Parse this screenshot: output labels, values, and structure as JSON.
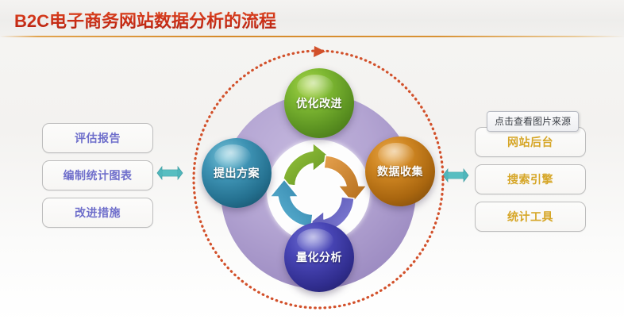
{
  "header": {
    "title": "B2C电子商务网站数据分析的流程",
    "rule_color": "#d68a2a",
    "title_color": "#cf3218"
  },
  "tooltip": {
    "text": "点击查看图片来源"
  },
  "left_panel": {
    "name": "outputs",
    "text_color": "#6f6fcb",
    "items": [
      {
        "label": "评估报告"
      },
      {
        "label": "编制统计图表"
      },
      {
        "label": "改进措施"
      }
    ]
  },
  "right_panel": {
    "name": "data-sources",
    "text_color": "#d6a627",
    "items": [
      {
        "label": "网站后台"
      },
      {
        "label": "搜索引擎"
      },
      {
        "label": "统计工具"
      }
    ]
  },
  "connectors": [
    {
      "name": "left-double-arrow",
      "icon": "double-arrow-icon",
      "color": "#49b3b8"
    },
    {
      "name": "right-double-arrow",
      "icon": "double-arrow-icon",
      "color": "#49b3b8"
    }
  ],
  "diagram": {
    "disc_color": "#a99bc9",
    "ring_color": "#fdfdfd",
    "dotted_circle_color": "#d2502a",
    "dotted_arrow_icon": "dotted-circle-arrow-icon",
    "nodes": [
      {
        "position": "top",
        "label": "优化改进",
        "color": "#7fb933"
      },
      {
        "position": "right",
        "label": "数据收集",
        "color": "#cf8622"
      },
      {
        "position": "bottom",
        "label": "量化分析",
        "color": "#4845b5"
      },
      {
        "position": "left",
        "label": "提出方案",
        "color": "#3e93b4"
      }
    ],
    "cycle_arrows": [
      {
        "name": "green-arrow",
        "color": "#7ab02f"
      },
      {
        "name": "orange-arrow",
        "color": "#d8862a"
      },
      {
        "name": "purple-arrow",
        "color": "#6f6cc8"
      },
      {
        "name": "blue-arrow",
        "color": "#3f9bc2"
      }
    ]
  }
}
